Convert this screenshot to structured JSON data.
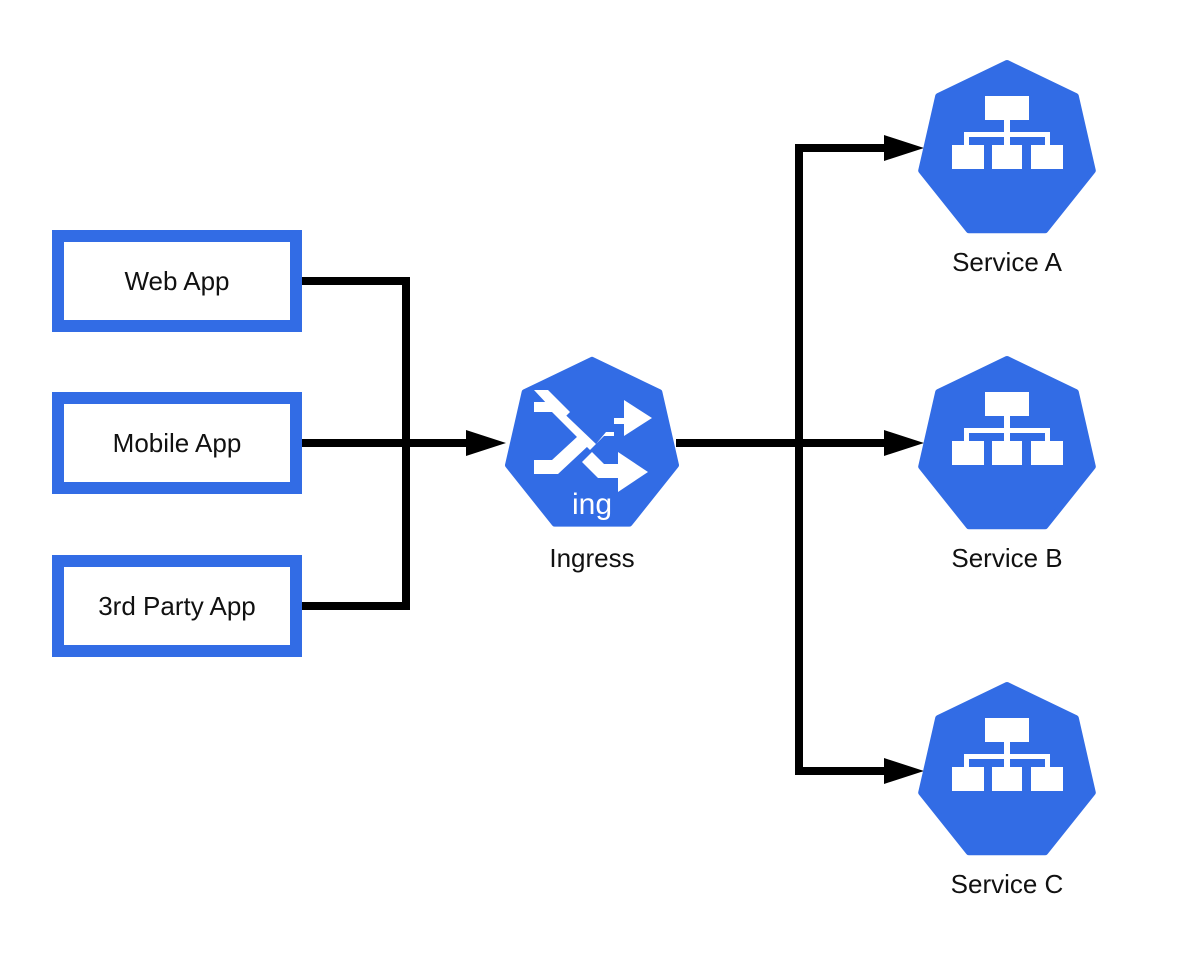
{
  "clients": [
    {
      "id": "web",
      "label": "Web App"
    },
    {
      "id": "mobile",
      "label": "Mobile App"
    },
    {
      "id": "third",
      "label": "3rd Party App"
    }
  ],
  "ingress": {
    "label": "Ingress",
    "badge": "ing",
    "icon": "shuffle-arrows-icon"
  },
  "services": [
    {
      "id": "a",
      "label": "Service A",
      "icon": "service-hierarchy-icon"
    },
    {
      "id": "b",
      "label": "Service B",
      "icon": "service-hierarchy-icon"
    },
    {
      "id": "c",
      "label": "Service C",
      "icon": "service-hierarchy-icon"
    }
  ],
  "colors": {
    "accent": "#326ce5",
    "line": "#000000",
    "background": "#ffffff"
  }
}
